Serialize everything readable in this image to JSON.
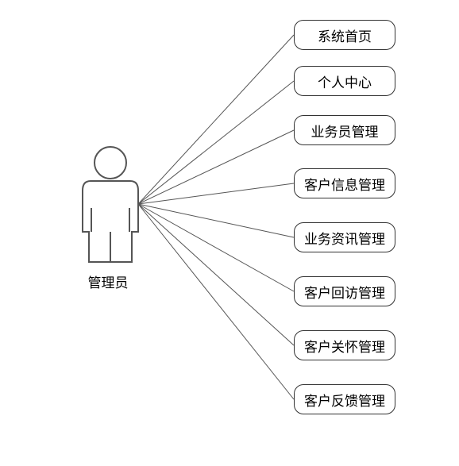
{
  "actor": {
    "label": "管理员",
    "icon": "stick-figure-actor-icon"
  },
  "use_cases": [
    "系统首页",
    "个人中心",
    "业务员管理",
    "客户信息管理",
    "业务资讯管理",
    "客户回访管理",
    "客户关怀管理",
    "客户反馈管理"
  ],
  "colors": {
    "stroke": "#555555",
    "box_border": "#333333",
    "text": "#000000"
  }
}
